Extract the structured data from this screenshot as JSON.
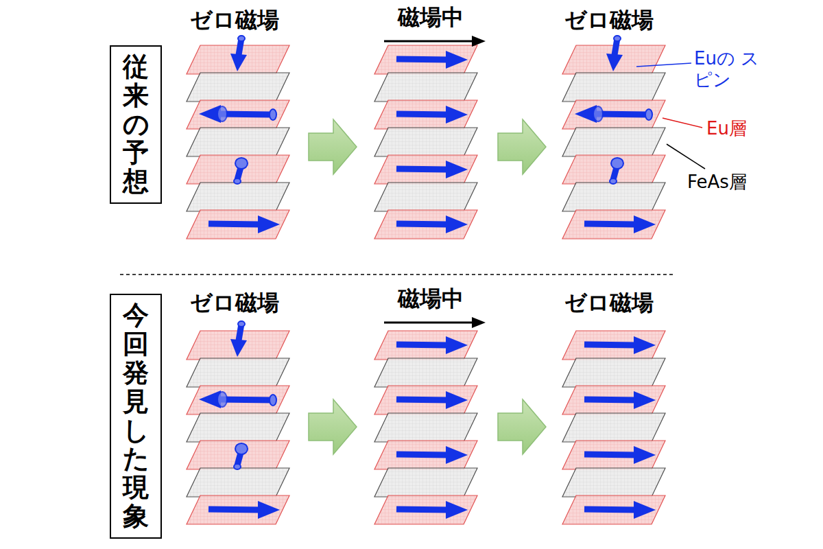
{
  "diagram": {
    "nodes": [
      {
        "text": [
          "従来の予想"
        ]
      },
      {
        "text": [
          "今回発見した現象"
        ]
      }
    ],
    "labels": [
      "ゼロ磁場",
      "磁場中",
      "ゼロ磁場",
      "Euの スピン",
      "Eu層",
      "FeAs層",
      "ゼロ磁場",
      "磁場中",
      "ゼロ磁場"
    ]
  }
}
